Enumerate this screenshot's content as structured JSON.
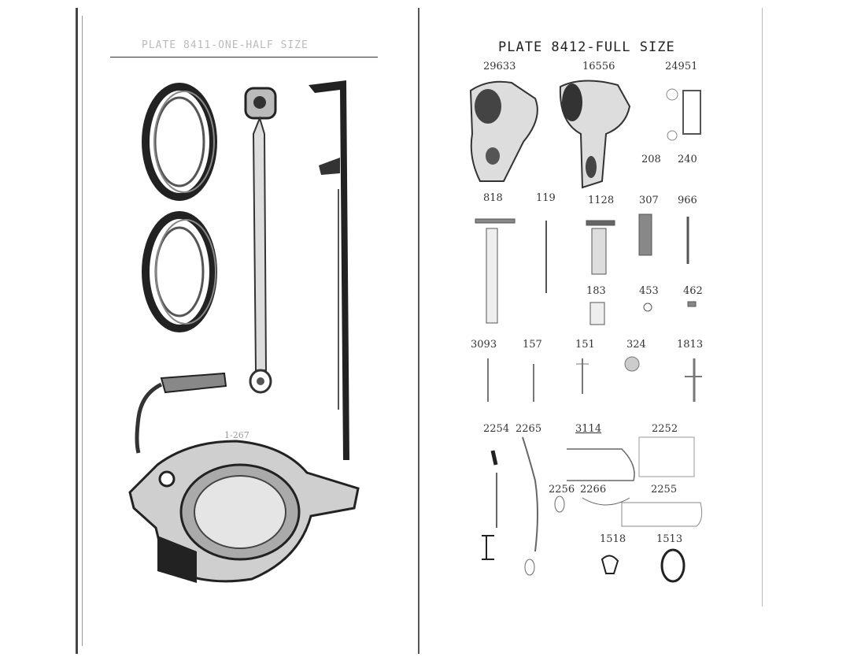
{
  "left_page": {
    "title": "PLATE 8411-ONE-HALF SIZE",
    "label_casting": "1-267"
  },
  "right_page": {
    "title": "PLATE 8412-FULL SIZE",
    "part_numbers": {
      "p29633": "29633",
      "p16556": "16556",
      "p24951": "24951",
      "p208": "208",
      "p240": "240",
      "p818": "818",
      "p119": "119",
      "p1128": "1128",
      "p307": "307",
      "p966": "966",
      "p183": "183",
      "p453": "453",
      "p462": "462",
      "p3093": "3093",
      "p157": "157",
      "p151": "151",
      "p324": "324",
      "p1813": "1813",
      "p2254": "2254",
      "p2265": "2265",
      "p3114": "3114",
      "p2252": "2252",
      "p2256": "2256",
      "p2266": "2266",
      "p2255": "2255",
      "p1518": "1518",
      "p1513": "1513"
    }
  }
}
